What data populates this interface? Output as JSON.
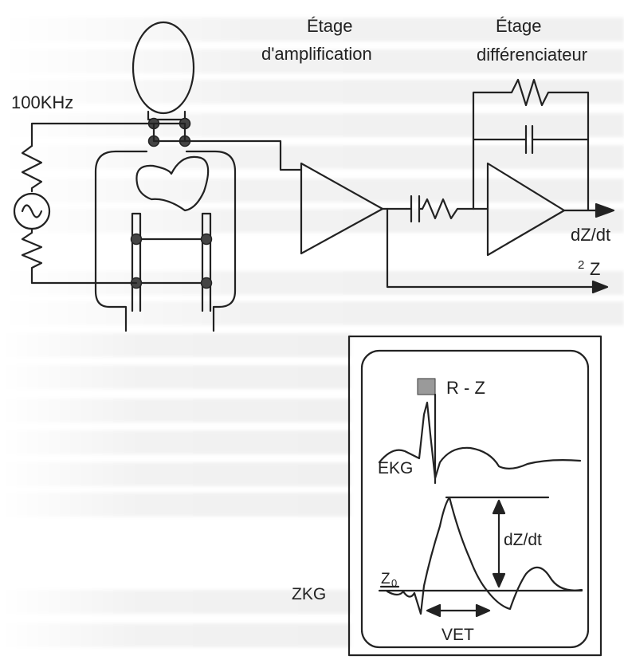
{
  "labels": {
    "frequency": "100KHz",
    "amp_line1": "Étage",
    "amp_line2": "d'amplification",
    "diff_line1": "Étage",
    "diff_line2": "différenciateur",
    "out_dz": "dZ/dt",
    "out_z_sup": "2",
    "out_z": "Z",
    "rz": "R - Z",
    "ekg": "EKG",
    "dzdt": "dZ/dt",
    "zkg": "ZKG",
    "z0": "Z",
    "z0_sub": "0",
    "vet": "VET"
  },
  "colors": {
    "ink": "#222222",
    "electrode": "#444444",
    "rz_marker": "#9a9a9a"
  }
}
